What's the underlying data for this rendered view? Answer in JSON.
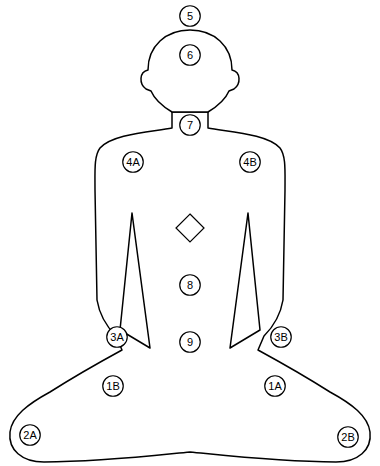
{
  "diagram": {
    "nodes": [
      {
        "text": [
          "5"
        ]
      },
      {
        "text": [
          "6"
        ]
      },
      {
        "text": [
          "7"
        ]
      },
      {
        "text": [
          "4A"
        ]
      },
      {
        "text": [
          "4B"
        ]
      },
      {
        "text": [
          "8"
        ]
      },
      {
        "text": [
          "3A"
        ]
      },
      {
        "text": [
          "9"
        ]
      },
      {
        "text": [
          "3B"
        ]
      },
      {
        "text": [
          "1B"
        ]
      },
      {
        "text": [
          "1A"
        ]
      },
      {
        "text": [
          "2A"
        ]
      },
      {
        "text": [
          "2B"
        ]
      }
    ]
  }
}
